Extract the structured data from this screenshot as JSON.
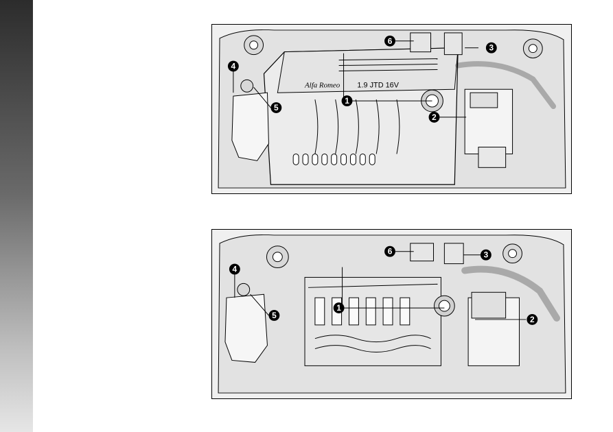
{
  "figures": {
    "top": {
      "engine_label": "1.9  JTD 16V",
      "brand_label": "Alfa Romeo",
      "callouts": [
        "1",
        "2",
        "3",
        "4",
        "5",
        "6"
      ]
    },
    "bottom": {
      "callouts": [
        "1",
        "2",
        "3",
        "4",
        "5",
        "6"
      ]
    }
  },
  "colors": {
    "line": "#000000",
    "fill_light": "#f0f0f0",
    "shade": "#d6d6d6"
  }
}
